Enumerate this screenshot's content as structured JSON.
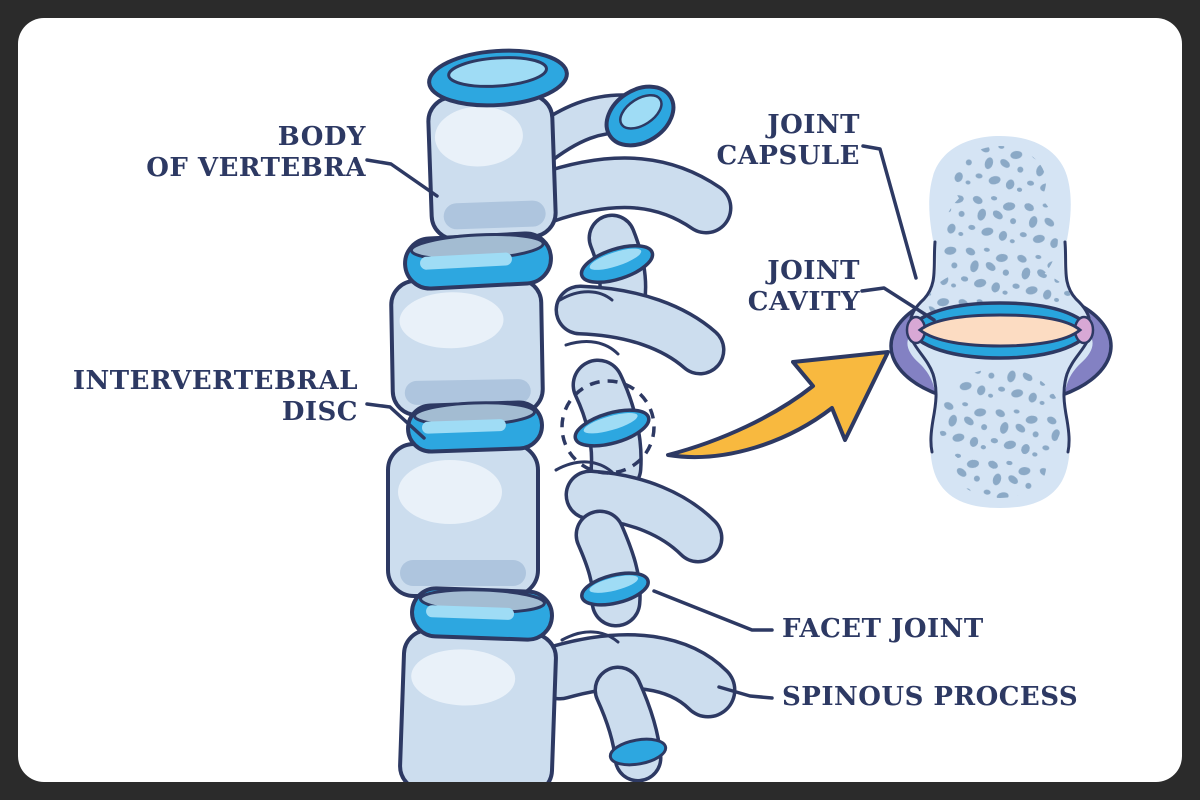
{
  "diagram": {
    "labels": {
      "body_of_vertebra": {
        "line1": "BODY",
        "line2": "OF VERTEBRA"
      },
      "intervertebral_disc": {
        "line1": "INTERVERTEBRAL",
        "line2": "DISC"
      },
      "joint_capsule": {
        "line1": "JOINT",
        "line2": "CAPSULE"
      },
      "joint_cavity": {
        "line1": "JOINT",
        "line2": "CAVITY"
      },
      "facet_joint": {
        "text": "FACET JOINT"
      },
      "spinous_process": {
        "text": "SPINOUS PROCESS"
      }
    },
    "colors": {
      "outline_navy": "#2d3963",
      "label_text": "#2d3963",
      "bone_fill": "#ccddee",
      "bone_highlight": "#e9f1f9",
      "bone_shadow": "#aec5de",
      "disc_blue": "#2da7e0",
      "disc_light_blue": "#9fdcf5",
      "disc_top_gray": "#a3bcd2",
      "closeup_bone": "#d5e4f4",
      "bone_speckle": "#8ba9c6",
      "capsule_purple": "#8381c3",
      "cartilage_blue": "#28a5dd",
      "cavity_peach": "#fcdcc2",
      "cavity_pink": "#d8a8d5",
      "arrow_yellow": "#f8b93f",
      "frame_bg": "#2b2b2b",
      "card_bg": "#ffffff"
    }
  }
}
